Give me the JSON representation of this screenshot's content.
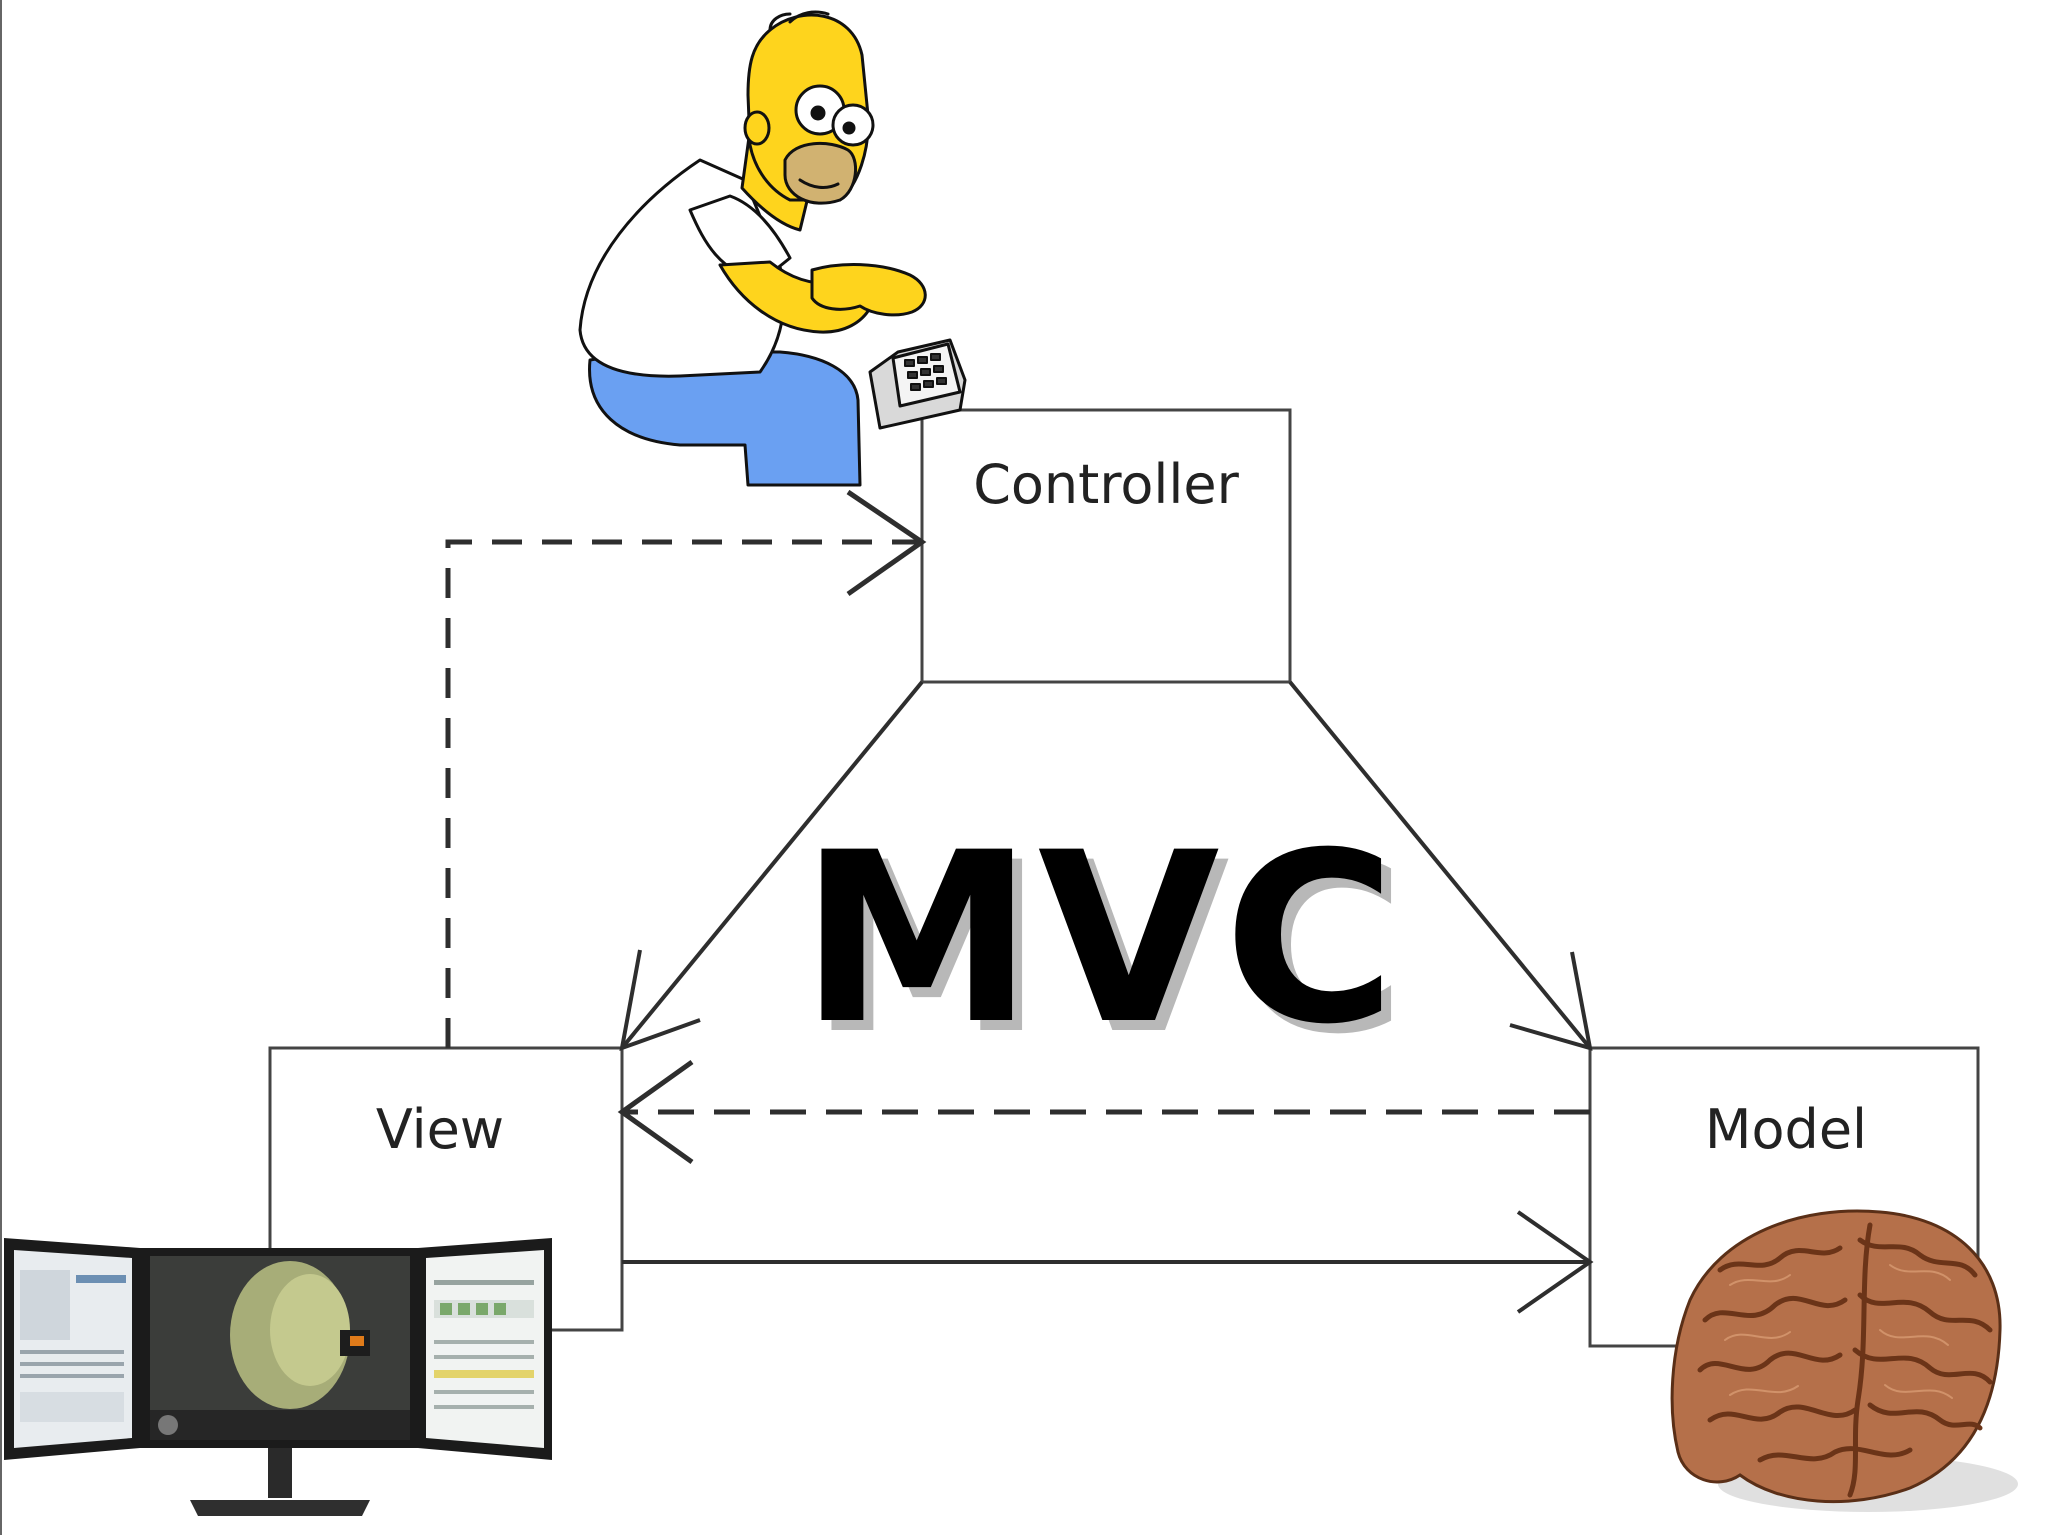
{
  "diagram": {
    "headline": "MVC",
    "boxes": {
      "controller": "Controller",
      "view": "View",
      "model": "Model"
    }
  },
  "colors": {
    "line": "#2e2e2e",
    "box_border": "#444444",
    "headline": "#000000",
    "headline_shadow": "#b8b8b8",
    "skin": "#fed41d",
    "pants": "#6aa0f2",
    "brain": "#b5704a",
    "monitor_frame": "#1b1b1b"
  },
  "illustrations": {
    "user": "cartoon-man-typing-on-keypad",
    "screen": "triple-monitor-display",
    "brain": "human-brain"
  }
}
